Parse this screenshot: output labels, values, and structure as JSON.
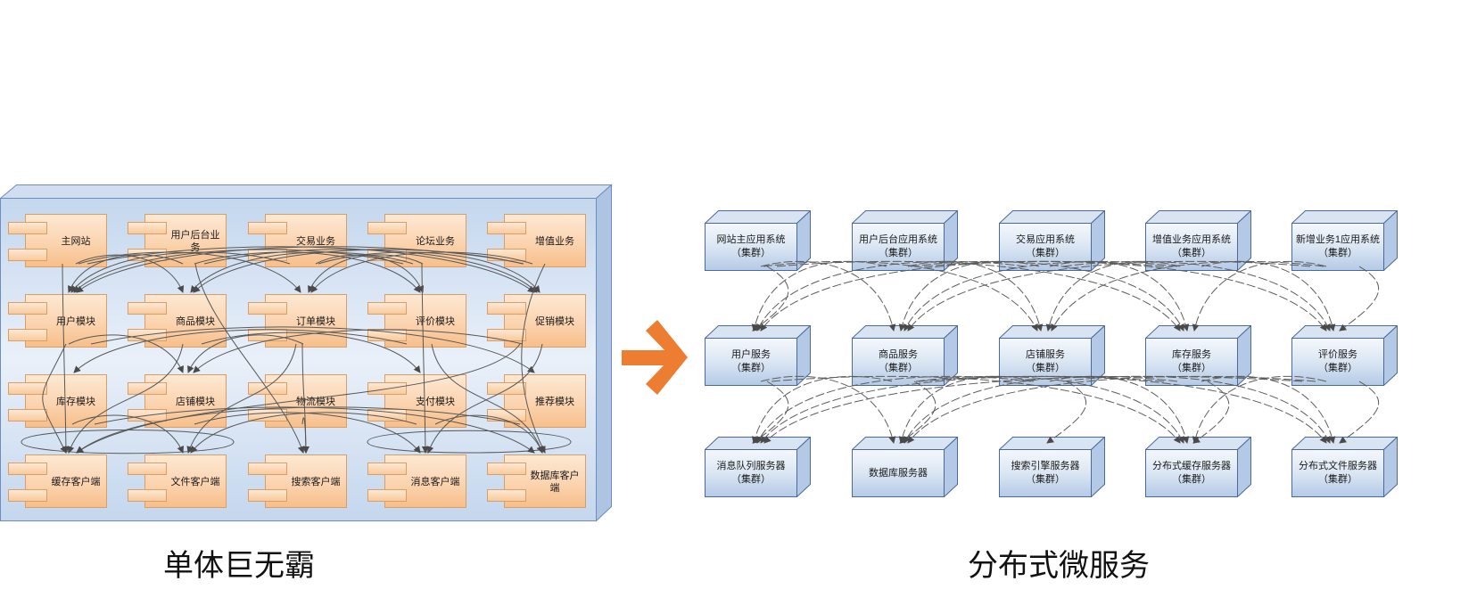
{
  "monolith": {
    "caption": "单体巨无霸",
    "rows": [
      [
        "主网站",
        "用户后台业务",
        "交易业务",
        "论坛业务",
        "增值业务"
      ],
      [
        "用户模块",
        "商品模块",
        "订单模块",
        "评价模块",
        "促销模块"
      ],
      [
        "库存模块",
        "店铺模块",
        "物流模块",
        "支付模块",
        "推荐模块"
      ],
      [
        "缓存客户端",
        "文件客户端",
        "搜索客户端",
        "消息客户端",
        "数据库客户端"
      ]
    ]
  },
  "microservices": {
    "caption": "分布式微服务",
    "rows": [
      [
        {
          "name": "网站主应用系统",
          "note": "（集群）"
        },
        {
          "name": "用户后台应用系统",
          "note": "（集群）"
        },
        {
          "name": "交易应用系统",
          "note": "（集群）"
        },
        {
          "name": "增值业务应用系统",
          "note": "（集群）"
        },
        {
          "name": "新增业务1应用系统",
          "note": "（集群）"
        }
      ],
      [
        {
          "name": "用户服务",
          "note": "（集群）"
        },
        {
          "name": "商品服务",
          "note": "（集群）"
        },
        {
          "name": "店铺服务",
          "note": "（集群）"
        },
        {
          "name": "库存服务",
          "note": "（集群）"
        },
        {
          "name": "评价服务",
          "note": "（集群）"
        }
      ],
      [
        {
          "name": "消息队列服务器",
          "note": "（集群）"
        },
        {
          "name": "数据库服务器"
        },
        {
          "name": "搜索引擎服务器",
          "note": "（集群）"
        },
        {
          "name": "分布式缓存服务器",
          "note": "（集群）"
        },
        {
          "name": "分布式文件服务器",
          "note": "（集群）"
        }
      ]
    ]
  },
  "colors": {
    "transition_arrow": "#ED7D31"
  }
}
